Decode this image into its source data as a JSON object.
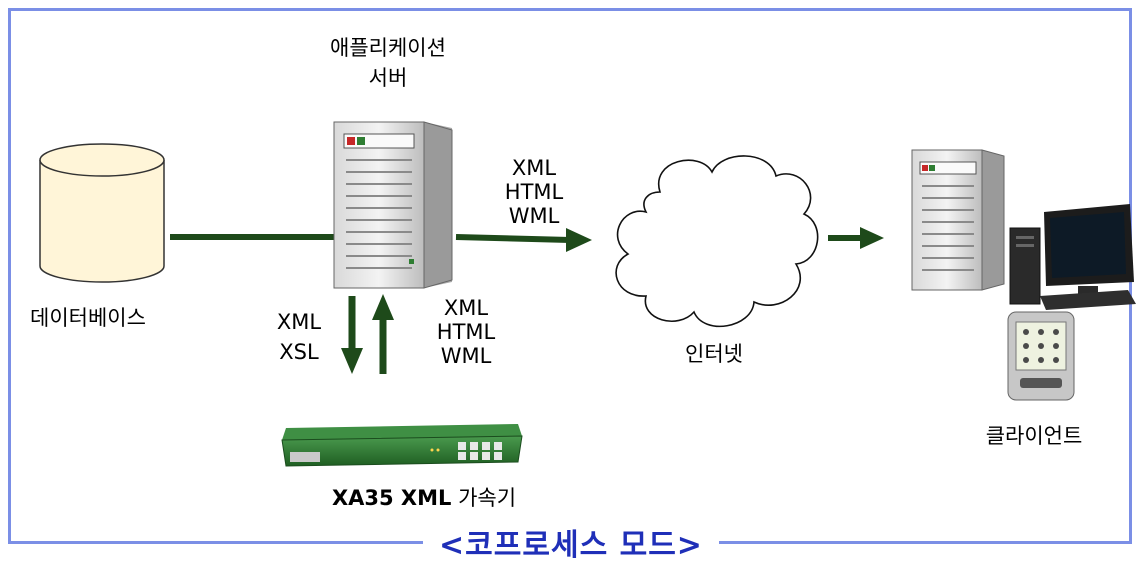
{
  "caption": "<코프로세스 모드>",
  "labels": {
    "app_server_line1": "애플리케이션",
    "app_server_line2": "서버",
    "database": "데이터베이스",
    "internet": "인터넷",
    "client": "클라이언트",
    "accelerator_model": "XA35 XML",
    "accelerator_suffix": "가속기",
    "out_formats": [
      "XML",
      "HTML",
      "WML"
    ],
    "down_formats": [
      "XML",
      "XSL"
    ],
    "up_formats": [
      "XML",
      "HTML",
      "WML"
    ]
  },
  "colors": {
    "frame": "#7b8fe6",
    "caption": "#1f2fb8",
    "arrow": "#1e4a1a",
    "accelerator": "#2e7d32"
  }
}
